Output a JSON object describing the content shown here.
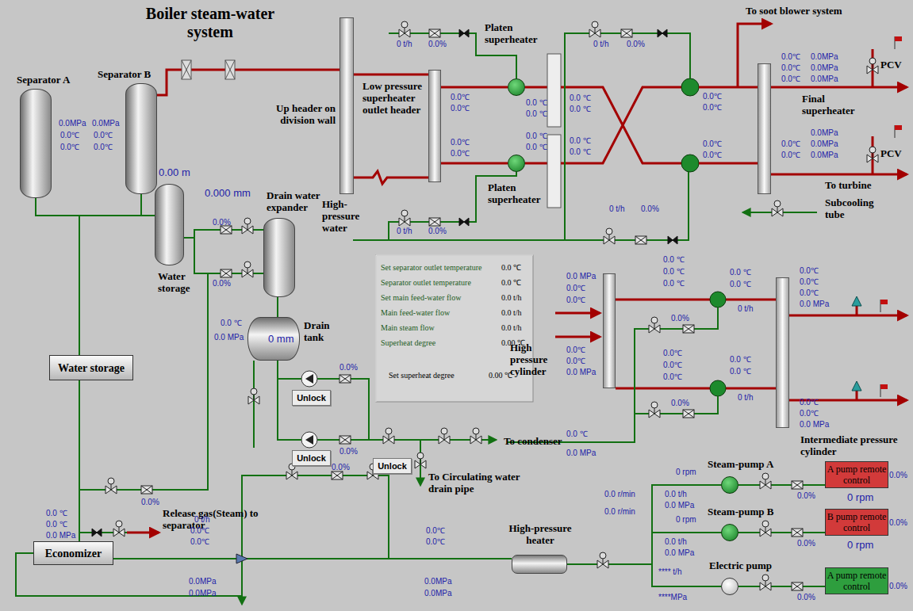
{
  "diagram": {
    "title": "Boiler steam-water system",
    "nodes": [
      {
        "text": [
          "Separator A"
        ]
      },
      {
        "text": [
          "Separator B"
        ]
      },
      {
        "text": [
          "Water storage"
        ]
      },
      {
        "text": [
          "Drain water expander"
        ]
      },
      {
        "text": [
          "Drain tank"
        ]
      },
      {
        "text": [
          "Up header on division wall"
        ]
      },
      {
        "text": [
          "Low pressure superheater outlet header"
        ]
      },
      {
        "text": [
          "Platen superheater"
        ]
      },
      {
        "text": [
          "Platen superheater"
        ]
      },
      {
        "text": [
          "Final superheater"
        ]
      },
      {
        "text": [
          "Water storage"
        ]
      },
      {
        "text": [
          "Unlock"
        ]
      },
      {
        "text": [
          "Unlock"
        ]
      },
      {
        "text": [
          "Unlock"
        ]
      },
      {
        "text": [
          "High pressure cylinder"
        ]
      },
      {
        "text": [
          "Intermediate pressure cylinder"
        ]
      },
      {
        "text": [
          "Economizer"
        ]
      },
      {
        "text": [
          "High-pressure heater"
        ]
      },
      {
        "text": [
          "Steam-pump A"
        ]
      },
      {
        "text": [
          "A pump remote control"
        ]
      },
      {
        "text": [
          "Steam-pump B"
        ]
      },
      {
        "text": [
          "B pump remote control"
        ]
      },
      {
        "text": [
          "Electric pump"
        ]
      },
      {
        "text": [
          "A pump remote control"
        ]
      }
    ],
    "edges": [
      {
        "from": 10,
        "to": 16,
        "arrow": "none"
      },
      {
        "from": 3,
        "to": 4,
        "arrow": "none"
      },
      {
        "from": 5,
        "to": 6,
        "arrow": "none"
      },
      {
        "from": 6,
        "to": 7,
        "arrow": "none"
      },
      {
        "from": 6,
        "to": 8,
        "arrow": "none"
      },
      {
        "from": 18,
        "to": 17,
        "arrow": "none"
      },
      {
        "from": 20,
        "to": 17,
        "arrow": "none"
      },
      {
        "from": 22,
        "to": 17,
        "arrow": "none"
      },
      {
        "from": 17,
        "to": 16,
        "arrow": "none"
      }
    ],
    "labels": [
      "0.0MPa",
      "0.0℃",
      "0.0℃",
      "0.0MPa",
      "0.0℃",
      "0.0℃",
      "0.00 m",
      "0.000 mm",
      "0.0%",
      "0.0%",
      "0.0 ℃",
      "0.0 MPa",
      "0 mm",
      "0.0%",
      "0.0%",
      "0.0%",
      "0.0 ℃",
      "0.0 ℃",
      "0.0 MPa",
      "Release gas(Steam) to separator",
      "0 t/h",
      "0.0℃",
      "0.0℃",
      "0.0MPa",
      "0.0MPa",
      "0.0%",
      "0.0℃",
      "0.0℃",
      "0.0MPa",
      "0.0MPa",
      "To condenser",
      "To Circulating water drain pipe",
      "Set separator outlet temperature",
      "0.0 ℃",
      "Separator outlet temperature",
      "0.0 ℃",
      "Set main feed-water flow",
      "0.0 t/h",
      "Main feed-water flow",
      "0.0 t/h",
      "Main steam flow",
      "0.0 t/h",
      "Superheat degree",
      "0.00 ℃",
      "Set superheat degree",
      "0.00 ℃",
      "0 t/h",
      "0.0%",
      "0.0℃",
      "0.0℃",
      "0.0℃",
      "0.0℃",
      "0.0 ℃",
      "0.0 ℃",
      "0.0 ℃",
      "0.0 ℃",
      "0.0 ℃",
      "0.0 ℃",
      "0.0 ℃",
      "0.0 ℃",
      "0.0℃",
      "0.0℃",
      "0.0℃",
      "0.0℃",
      "0 t/h",
      "0.0%",
      "0 t/h",
      "0.0%",
      "0 t/h",
      "0.0%",
      "To soot blower system",
      "0.0℃",
      "0.0℃",
      "0.0℃",
      "0.0MPa",
      "0.0MPa",
      "0.0MPa",
      "PCV",
      "0.0℃",
      "0.0℃",
      "0.0MPa",
      "0.0MPa",
      "0.0MPa",
      "PCV",
      "To turbine",
      "Subcooling tube",
      "High-pressure water",
      "0.0 MPa",
      "0.0℃",
      "0.0℃",
      "0.0℃",
      "0.0℃",
      "0.0 MPa",
      "0.0 ℃",
      "0.0 ℃",
      "0.0 ℃",
      "0.0%",
      "0.0 ℃",
      "0.0 ℃",
      "0.0℃",
      "0.0℃",
      "0.0℃",
      "0.0 MPa",
      "0 t/h",
      "0.0℃",
      "0.0℃",
      "0.0℃",
      "0.0 ℃",
      "0.0 ℃",
      "0 t/h",
      "0.0℃",
      "0.0℃",
      "0.0 MPa",
      "0.0 ℃",
      "0.0 MPa",
      "0.0%",
      "0 rpm",
      "0.0 t/h",
      "0.0 MPa",
      "0.0 r/min",
      "0.0 r/min",
      "0 rpm",
      "0.0 t/h",
      "0.0 MPa",
      "**** t/h",
      "****MPa",
      "0.0%",
      "0.0%",
      "0 rpm",
      "0.0%",
      "0.0%",
      "0 rpm",
      "0.0%",
      "0.0%"
    ]
  }
}
